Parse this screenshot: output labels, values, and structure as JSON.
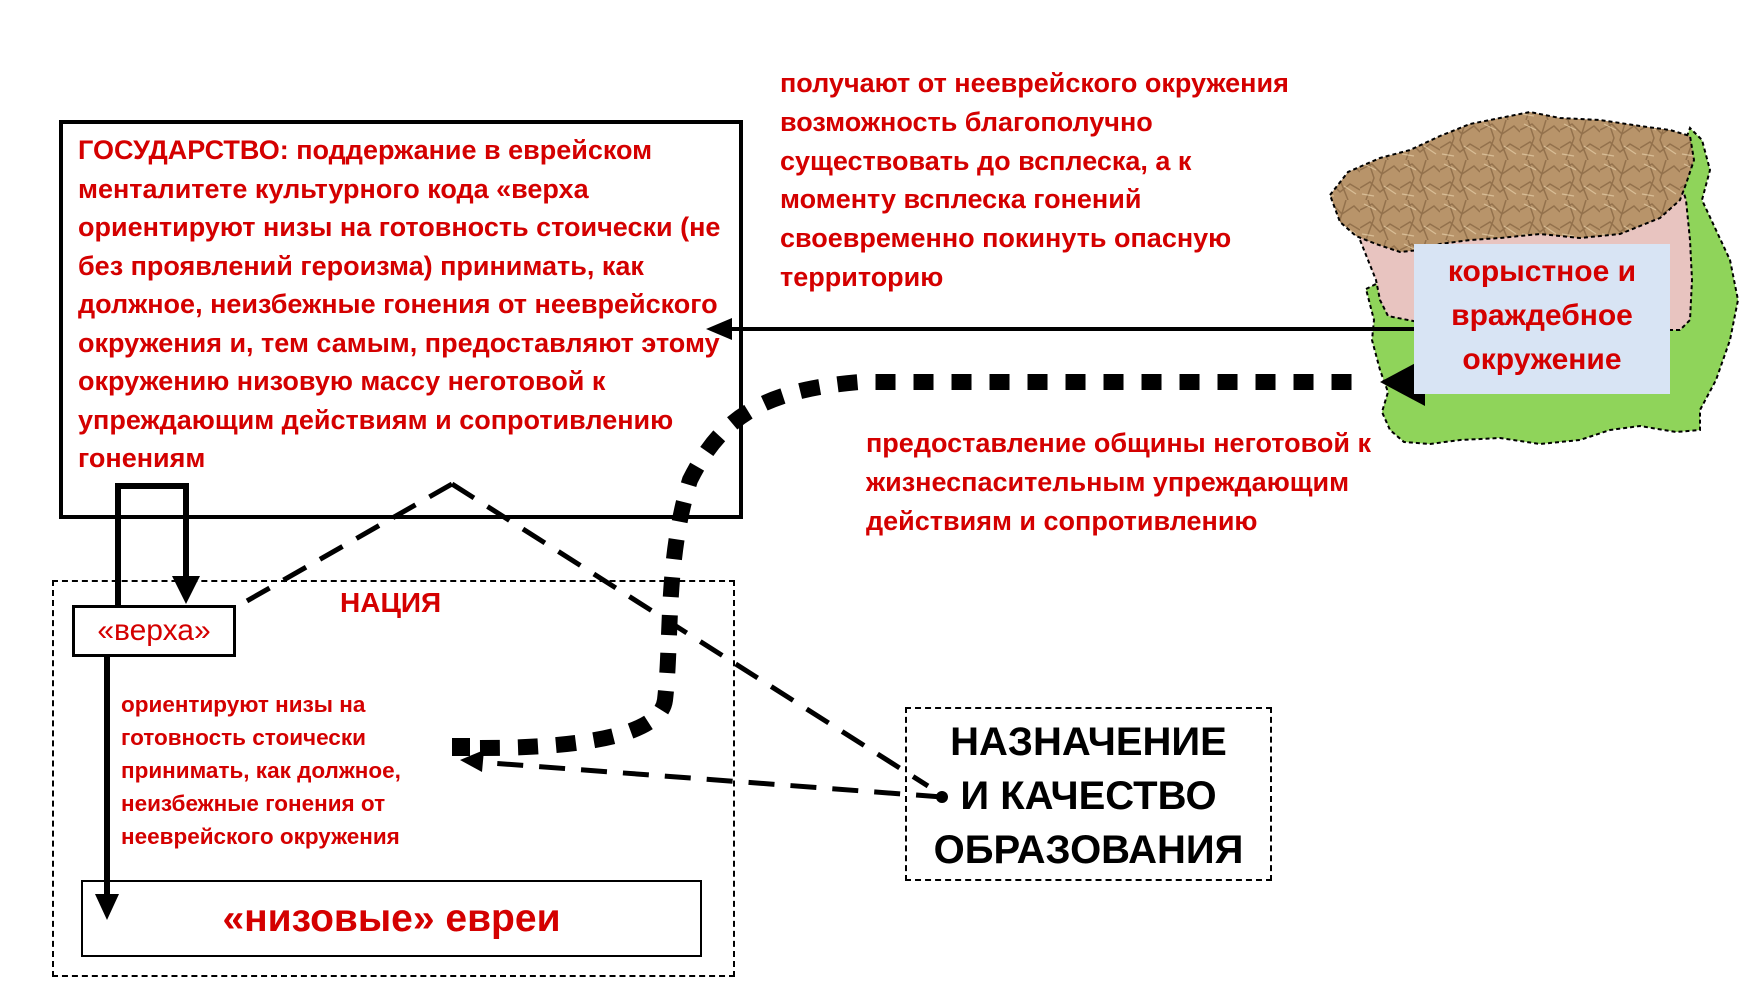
{
  "state": {
    "text": "ГОСУДАРСТВО: поддержание в еврейском менталитете культурного кода «верха ориентируют низы на готовность стоически (не без проявлений героизма) принимать, как должное, неизбежные гонения от нееврейского окружения и, тем самым, предоставляют этому окружению низовую массу неготовой к упреждающим действиям и сопротивлению гонениям"
  },
  "top_caption": {
    "text": "получают от нееврейского окружения возможность благополучно существовать до всплеска, а к моменту всплеска гонений своевременно покинуть опасную территорию"
  },
  "mid_caption": {
    "text": "предоставление общины неготовой к жизнеспасительным упреждающим действиям и сопротивлению"
  },
  "nation": {
    "label": "НАЦИЯ",
    "elite_label": "«верха»",
    "orient_text": "ориентируют низы на готовность стоически принимать, как должное, неизбежные гонения от нееврейского окружения",
    "lower_label": "«низовые» евреи"
  },
  "education": {
    "line1": "НАЗНАЧЕНИЕ",
    "line2": "И КАЧЕСТВО",
    "line3": "ОБРАЗОВАНИЯ"
  },
  "environment": {
    "line1": "корыстное и",
    "line2": "враждебное",
    "line3": "окружение"
  },
  "colors": {
    "text_red": "#d40000",
    "blob_green": "#8fd45a",
    "blob_pink": "#e8c4c0",
    "blob_brown": "#b08a62",
    "label_blue": "#d8e4f4"
  }
}
